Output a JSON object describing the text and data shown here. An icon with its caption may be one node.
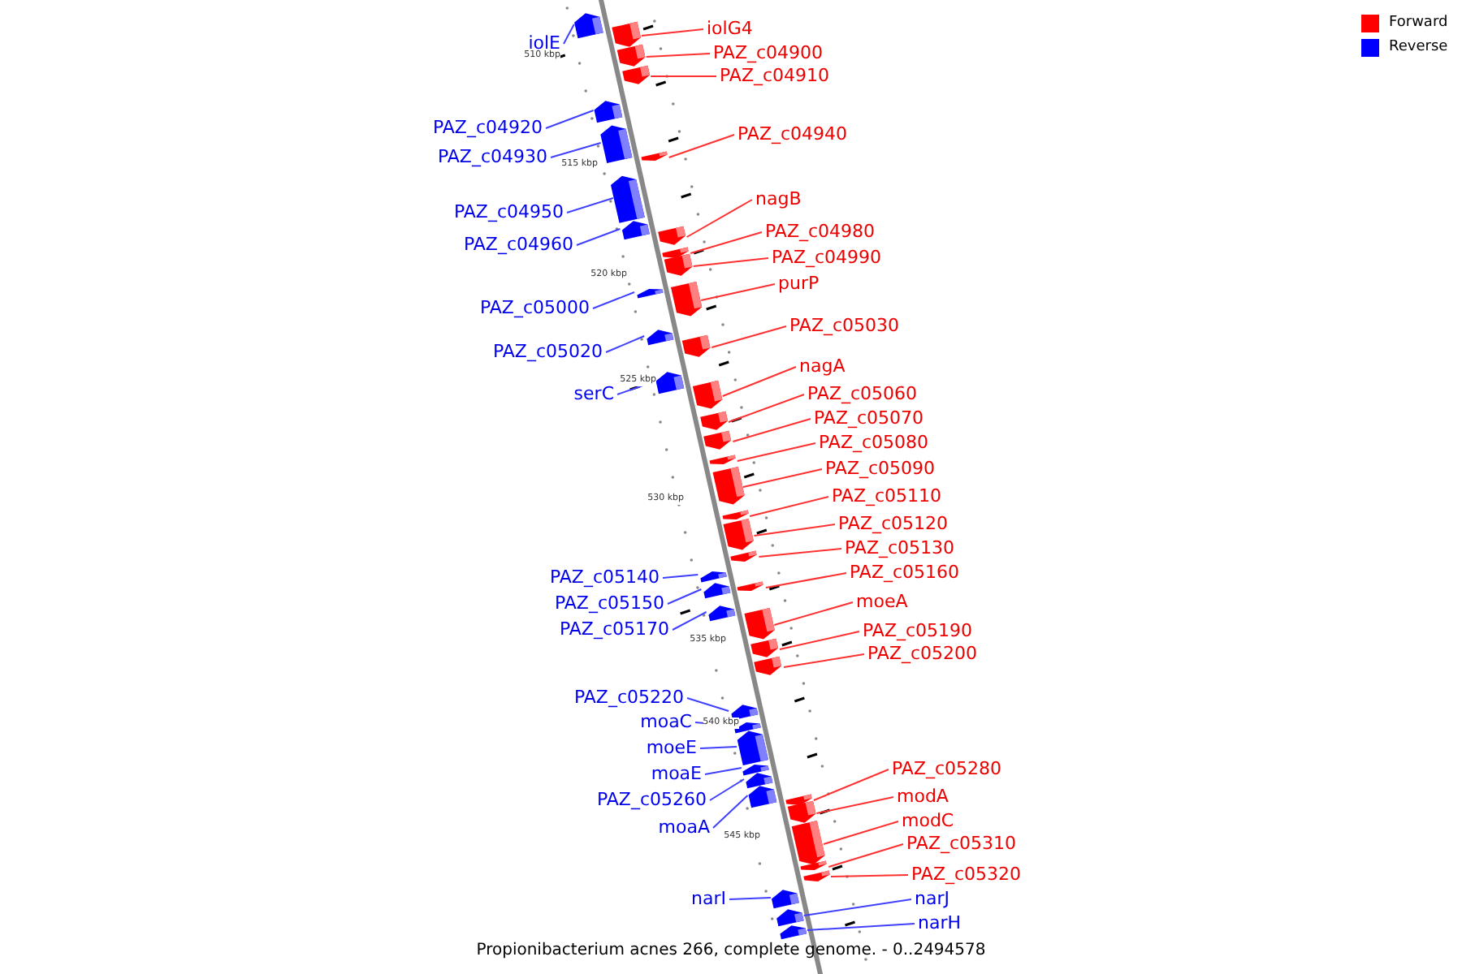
{
  "diagram": {
    "caption": "Propionibacterium acnes 266, complete genome. - 0..2494578",
    "nodes": [
      {
        "text": [
          "iolG4"
        ]
      },
      {
        "text": [
          "iolE"
        ]
      },
      {
        "text": [
          "PAZ_c04900"
        ]
      },
      {
        "text": [
          "PAZ_c04910"
        ]
      },
      {
        "text": [
          "PAZ_c04920"
        ]
      },
      {
        "text": [
          "PAZ_c04940"
        ]
      },
      {
        "text": [
          "PAZ_c04930"
        ]
      },
      {
        "text": [
          "nagB"
        ]
      },
      {
        "text": [
          "PAZ_c04950"
        ]
      },
      {
        "text": [
          "PAZ_c04980"
        ]
      },
      {
        "text": [
          "PAZ_c04960"
        ]
      },
      {
        "text": [
          "PAZ_c04990"
        ]
      },
      {
        "text": [
          "purP"
        ]
      },
      {
        "text": [
          "PAZ_c05000"
        ]
      },
      {
        "text": [
          "PAZ_c05030"
        ]
      },
      {
        "text": [
          "PAZ_c05020"
        ]
      },
      {
        "text": [
          "nagA"
        ]
      },
      {
        "text": [
          "serC"
        ]
      },
      {
        "text": [
          "PAZ_c05060"
        ]
      },
      {
        "text": [
          "PAZ_c05070"
        ]
      },
      {
        "text": [
          "PAZ_c05080"
        ]
      },
      {
        "text": [
          "PAZ_c05090"
        ]
      },
      {
        "text": [
          "PAZ_c05110"
        ]
      },
      {
        "text": [
          "PAZ_c05120"
        ]
      },
      {
        "text": [
          "PAZ_c05130"
        ]
      },
      {
        "text": [
          "PAZ_c05160"
        ]
      },
      {
        "text": [
          "PAZ_c05140"
        ]
      },
      {
        "text": [
          "moeA"
        ]
      },
      {
        "text": [
          "PAZ_c05150"
        ]
      },
      {
        "text": [
          "PAZ_c05170"
        ]
      },
      {
        "text": [
          "PAZ_c05190"
        ]
      },
      {
        "text": [
          "PAZ_c05200"
        ]
      },
      {
        "text": [
          "PAZ_c05220"
        ]
      },
      {
        "text": [
          "moaC"
        ]
      },
      {
        "text": [
          "moeE"
        ]
      },
      {
        "text": [
          "PAZ_c05280"
        ]
      },
      {
        "text": [
          "moaE"
        ]
      },
      {
        "text": [
          "modA"
        ]
      },
      {
        "text": [
          "PAZ_c05260"
        ]
      },
      {
        "text": [
          "modC"
        ]
      },
      {
        "text": [
          "moaA"
        ]
      },
      {
        "text": [
          "PAZ_c05310"
        ]
      },
      {
        "text": [
          "PAZ_c05320"
        ]
      },
      {
        "text": [
          "narI"
        ]
      },
      {
        "text": [
          "narJ"
        ]
      },
      {
        "text": [
          "narH"
        ]
      },
      {
        "text": [],
        "shape": "arrow"
      },
      {
        "text": [],
        "shape": "arrow"
      },
      {
        "text": [],
        "shape": "arrow"
      },
      {
        "text": [],
        "shape": "arrow"
      },
      {
        "text": [],
        "shape": "arrow"
      },
      {
        "text": [],
        "shape": "arrow"
      },
      {
        "text": [],
        "shape": "arrow"
      },
      {
        "text": [],
        "shape": "arrow"
      },
      {
        "text": [],
        "shape": "arrow"
      },
      {
        "text": [],
        "shape": "arrow"
      },
      {
        "text": [],
        "shape": "arrow"
      },
      {
        "text": [],
        "shape": "arrow"
      },
      {
        "text": [],
        "shape": "arrow"
      },
      {
        "text": [],
        "shape": "arrow"
      },
      {
        "text": [],
        "shape": "arrow"
      },
      {
        "text": [],
        "shape": "arrow"
      },
      {
        "text": [],
        "shape": "arrow"
      },
      {
        "text": [],
        "shape": "arrow"
      },
      {
        "text": [],
        "shape": "arrow"
      },
      {
        "text": [],
        "shape": "arrow"
      },
      {
        "text": [],
        "shape": "arrow"
      },
      {
        "text": [],
        "shape": "arrow"
      },
      {
        "text": [],
        "shape": "arrow"
      },
      {
        "text": [],
        "shape": "arrow"
      },
      {
        "text": [],
        "shape": "arrow"
      },
      {
        "text": [],
        "shape": "arrow"
      },
      {
        "text": [],
        "shape": "arrow"
      },
      {
        "text": [],
        "shape": "arrow"
      },
      {
        "text": [],
        "shape": "arrow"
      },
      {
        "text": [],
        "shape": "arrow"
      },
      {
        "text": [],
        "shape": "arrow"
      },
      {
        "text": [],
        "shape": "arrow"
      },
      {
        "text": [],
        "shape": "arrow"
      },
      {
        "text": [],
        "shape": "arrow"
      },
      {
        "text": [],
        "shape": "arrow"
      },
      {
        "text": [],
        "shape": "arrow"
      },
      {
        "text": [],
        "shape": "arrow"
      },
      {
        "text": [],
        "shape": "arrow"
      },
      {
        "text": [],
        "shape": "arrow"
      },
      {
        "text": [],
        "shape": "arrow"
      },
      {
        "text": [],
        "shape": "arrow"
      },
      {
        "text": [],
        "shape": "arrow"
      },
      {
        "text": [],
        "shape": "arrow"
      },
      {
        "text": [],
        "shape": "arrow"
      },
      {
        "text": [],
        "shape": "arrow"
      },
      {
        "text": [],
        "shape": "arrow"
      }
    ],
    "edges": [
      {
        "from": 0,
        "to": 46,
        "arrow": "none"
      },
      {
        "from": 1,
        "to": 47,
        "arrow": "none",
        "color": "#4040ff"
      },
      {
        "from": 2,
        "to": 48,
        "arrow": "none"
      },
      {
        "from": 3,
        "to": 49,
        "arrow": "none"
      },
      {
        "from": 4,
        "to": 50,
        "arrow": "none",
        "color": "#4040ff"
      },
      {
        "from": 5,
        "to": 51,
        "arrow": "none"
      },
      {
        "from": 6,
        "to": 52,
        "arrow": "none",
        "color": "#4040ff"
      },
      {
        "from": 7,
        "to": 53,
        "arrow": "none"
      },
      {
        "from": 8,
        "to": 54,
        "arrow": "none",
        "color": "#4040ff"
      },
      {
        "from": 9,
        "to": 55,
        "arrow": "none"
      },
      {
        "from": 10,
        "to": 56,
        "arrow": "none",
        "color": "#4040ff"
      },
      {
        "from": 11,
        "to": 57,
        "arrow": "none"
      },
      {
        "from": 12,
        "to": 58,
        "arrow": "none"
      },
      {
        "from": 13,
        "to": 59,
        "arrow": "none",
        "color": "#4040ff"
      },
      {
        "from": 14,
        "to": 60,
        "arrow": "none"
      },
      {
        "from": 15,
        "to": 61,
        "arrow": "none",
        "color": "#4040ff"
      },
      {
        "from": 16,
        "to": 62,
        "arrow": "none"
      },
      {
        "from": 17,
        "to": 63,
        "arrow": "none",
        "color": "#4040ff"
      },
      {
        "from": 18,
        "to": 64,
        "arrow": "none"
      },
      {
        "from": 19,
        "to": 65,
        "arrow": "none"
      },
      {
        "from": 20,
        "to": 66,
        "arrow": "none"
      },
      {
        "from": 21,
        "to": 67,
        "arrow": "none"
      },
      {
        "from": 22,
        "to": 68,
        "arrow": "none"
      },
      {
        "from": 23,
        "to": 69,
        "arrow": "none"
      },
      {
        "from": 24,
        "to": 70,
        "arrow": "none"
      },
      {
        "from": 25,
        "to": 71,
        "arrow": "none"
      },
      {
        "from": 26,
        "to": 72,
        "arrow": "none",
        "color": "#4040ff"
      },
      {
        "from": 27,
        "to": 73,
        "arrow": "none"
      },
      {
        "from": 28,
        "to": 74,
        "arrow": "none",
        "color": "#4040ff"
      },
      {
        "from": 29,
        "to": 75,
        "arrow": "none",
        "color": "#4040ff"
      },
      {
        "from": 30,
        "to": 76,
        "arrow": "none"
      },
      {
        "from": 31,
        "to": 77,
        "arrow": "none"
      },
      {
        "from": 32,
        "to": 78,
        "arrow": "none",
        "color": "#4040ff"
      },
      {
        "from": 33,
        "to": 79,
        "arrow": "none",
        "color": "#4040ff"
      },
      {
        "from": 34,
        "to": 80,
        "arrow": "none",
        "color": "#4040ff"
      },
      {
        "from": 35,
        "to": 81,
        "arrow": "none"
      },
      {
        "from": 36,
        "to": 82,
        "arrow": "none",
        "color": "#4040ff"
      },
      {
        "from": 37,
        "to": 83,
        "arrow": "none"
      },
      {
        "from": 38,
        "to": 84,
        "arrow": "none",
        "color": "#4040ff"
      },
      {
        "from": 39,
        "to": 85,
        "arrow": "none"
      },
      {
        "from": 40,
        "to": 86,
        "arrow": "none",
        "color": "#4040ff"
      },
      {
        "from": 41,
        "to": 87,
        "arrow": "none"
      },
      {
        "from": 42,
        "to": 88,
        "arrow": "none"
      },
      {
        "from": 43,
        "to": 89,
        "arrow": "none",
        "color": "#4040ff"
      },
      {
        "from": 44,
        "to": 90,
        "arrow": "none",
        "color": "#4040ff"
      },
      {
        "from": 45,
        "to": 91,
        "arrow": "none",
        "color": "#4040ff"
      }
    ],
    "labels": [
      "510 kbp",
      "515 kbp",
      "520 kbp",
      "525 kbp",
      "530 kbp",
      "535 kbp",
      "540 kbp",
      "545 kbp"
    ],
    "legend": [
      {
        "text": "Forward",
        "color": "#ff0000"
      },
      {
        "text": "Reverse",
        "color": "#0000ff"
      }
    ]
  }
}
